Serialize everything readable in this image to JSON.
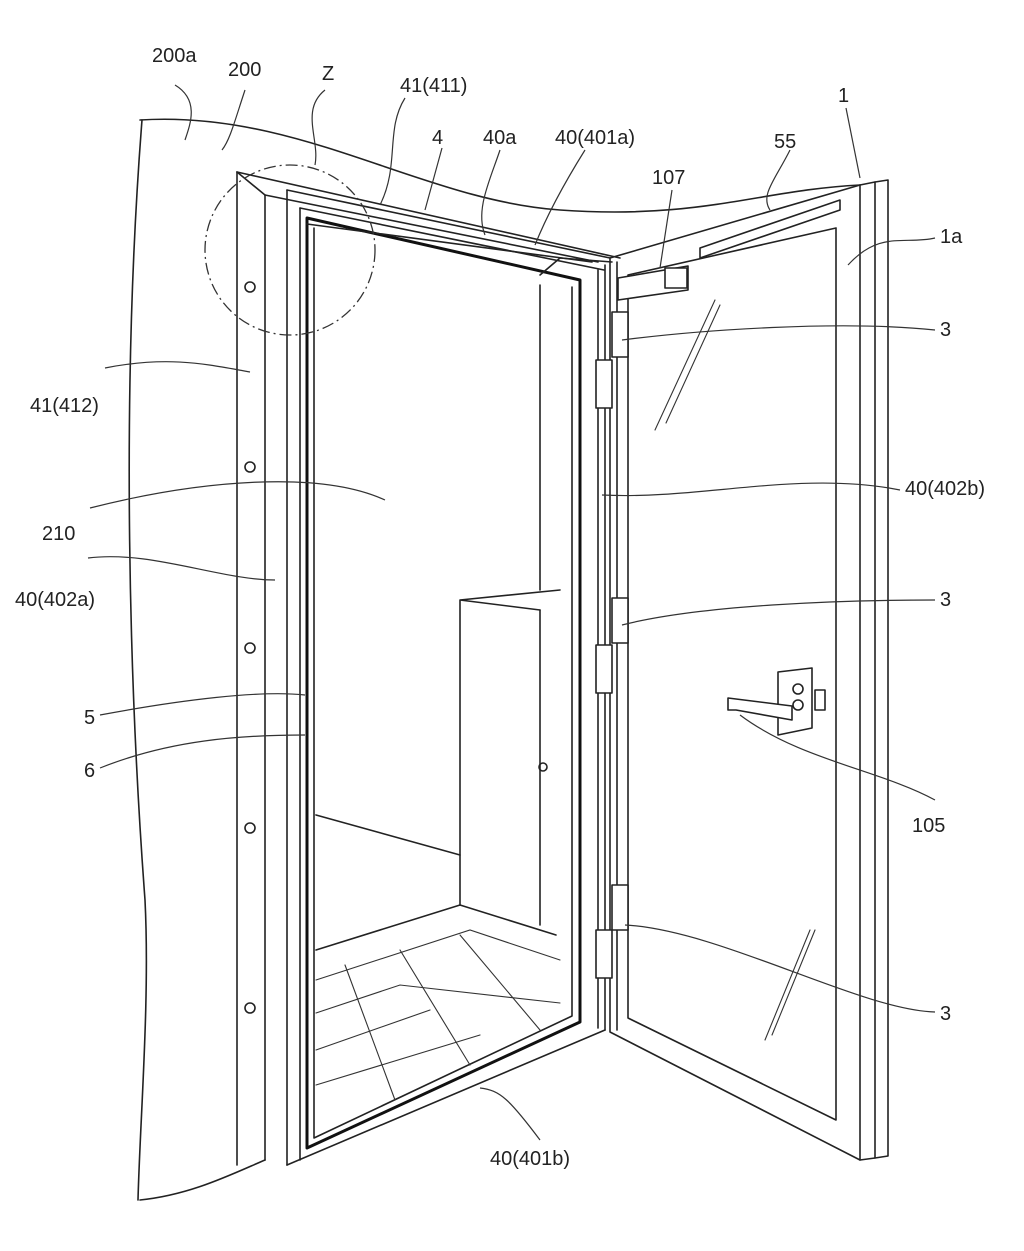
{
  "figure": {
    "labels": {
      "l200a": "200a",
      "l200": "200",
      "lZ": "Z",
      "l41_411": "41(411)",
      "l1": "1",
      "l4": "4",
      "l40a": "40a",
      "l40_401a": "40(401a)",
      "l55": "55",
      "l107": "107",
      "l1a": "1a",
      "l3_top": "3",
      "l41_412": "41(412)",
      "l40_402b": "40(402b)",
      "l210": "210",
      "l40_402a": "40(402a)",
      "l3_mid": "3",
      "l5": "5",
      "l6": "6",
      "l105": "105",
      "l3_bot": "3",
      "l40_401b": "40(401b)"
    }
  }
}
